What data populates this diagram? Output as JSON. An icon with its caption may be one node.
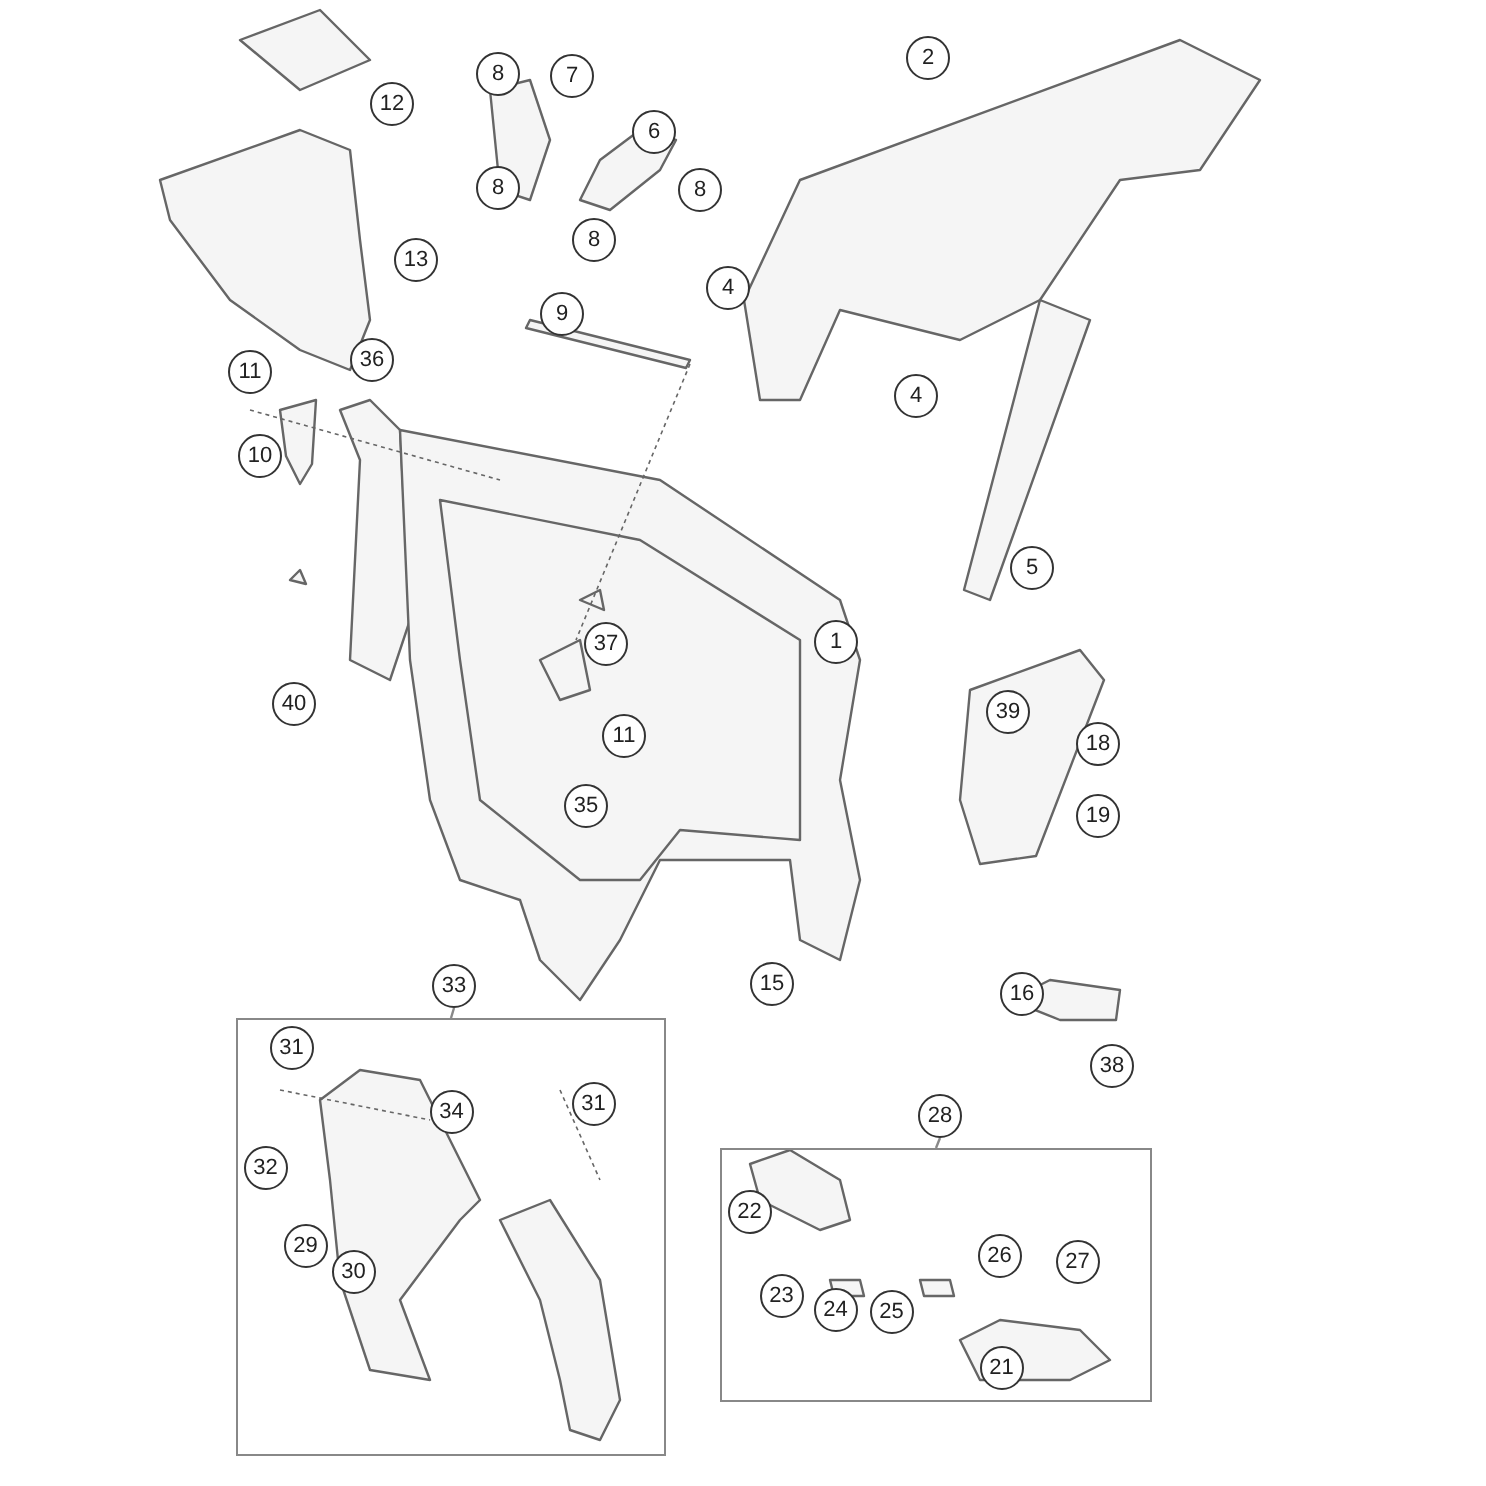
{
  "diagram": {
    "nodes": [
      {
        "text": [
          "8"
        ]
      },
      {
        "text": [
          "7"
        ]
      },
      {
        "text": [
          "2"
        ]
      },
      {
        "text": [
          "12"
        ]
      },
      {
        "text": [
          "6"
        ]
      },
      {
        "text": [
          "8"
        ]
      },
      {
        "text": [
          "8"
        ]
      },
      {
        "text": [
          "8"
        ]
      },
      {
        "text": [
          "13"
        ]
      },
      {
        "text": [
          "4"
        ]
      },
      {
        "text": [
          "9"
        ]
      },
      {
        "text": [
          "11"
        ]
      },
      {
        "text": [
          "36"
        ]
      },
      {
        "text": [
          "4"
        ]
      },
      {
        "text": [
          "10"
        ]
      },
      {
        "text": [
          "5"
        ]
      },
      {
        "text": [
          "37"
        ]
      },
      {
        "text": [
          "1"
        ]
      },
      {
        "text": [
          "40"
        ]
      },
      {
        "text": [
          "39"
        ]
      },
      {
        "text": [
          "11"
        ]
      },
      {
        "text": [
          "18"
        ]
      },
      {
        "text": [
          "35"
        ]
      },
      {
        "text": [
          "19"
        ]
      },
      {
        "text": [
          "15"
        ]
      },
      {
        "text": [
          "33"
        ]
      },
      {
        "text": [
          "16"
        ]
      },
      {
        "text": [
          "38"
        ]
      },
      {
        "text": [],
        "shape": "box"
      },
      {
        "text": [
          "31"
        ],
        "in": 28
      },
      {
        "text": [
          "31"
        ],
        "in": 28
      },
      {
        "text": [
          "34"
        ],
        "in": 28
      },
      {
        "text": [
          "32"
        ],
        "in": 28
      },
      {
        "text": [
          "29"
        ],
        "in": 28
      },
      {
        "text": [
          "30"
        ],
        "in": 28
      },
      {
        "text": [
          "28"
        ]
      },
      {
        "text": [],
        "shape": "box"
      },
      {
        "text": [
          "22"
        ],
        "in": 36
      },
      {
        "text": [
          "26"
        ],
        "in": 36
      },
      {
        "text": [
          "27"
        ],
        "in": 36
      },
      {
        "text": [
          "23"
        ],
        "in": 36
      },
      {
        "text": [
          "24"
        ],
        "in": 36
      },
      {
        "text": [
          "25"
        ],
        "in": 36
      },
      {
        "text": [
          "21"
        ],
        "in": 36
      }
    ],
    "edges": [
      {
        "from": 25,
        "to": 28,
        "arrow": "none"
      },
      {
        "from": 35,
        "to": 36,
        "arrow": "none"
      }
    ]
  }
}
